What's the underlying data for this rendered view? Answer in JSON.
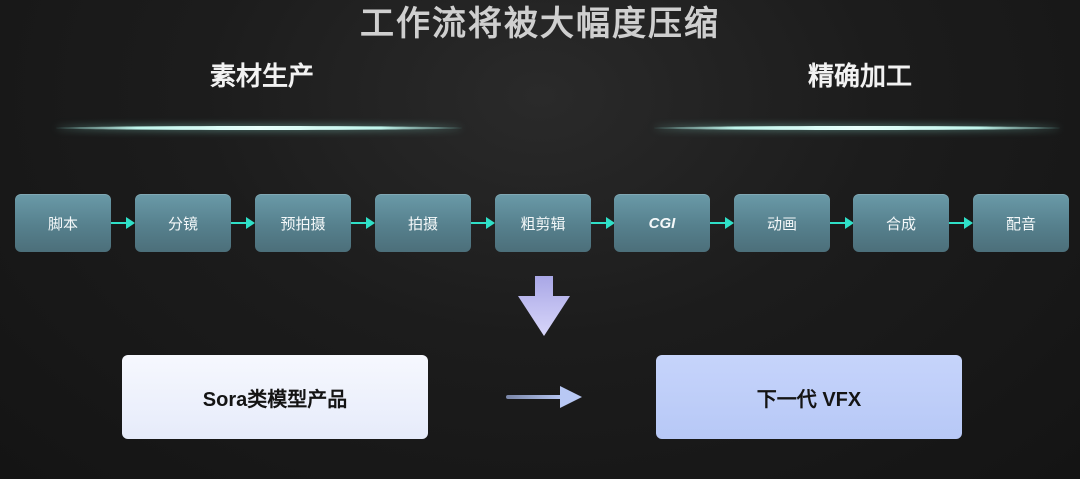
{
  "title": "工作流将被大幅度压缩",
  "sections": {
    "left": "素材生产",
    "right": "精确加工"
  },
  "steps": [
    "脚本",
    "分镜",
    "预拍摄",
    "拍摄",
    "粗剪辑",
    "CGI",
    "动画",
    "合成",
    "配音"
  ],
  "results": {
    "from": "Sora类模型产品",
    "to": "下一代 VFX"
  },
  "colors": {
    "step_box": "#5e8c9a",
    "connector": "#2fe0c8",
    "glow_line": "#bff5ec",
    "down_arrow": "#c8c6f4",
    "result_from": "#eef1fc",
    "result_to": "#bfcef8"
  }
}
